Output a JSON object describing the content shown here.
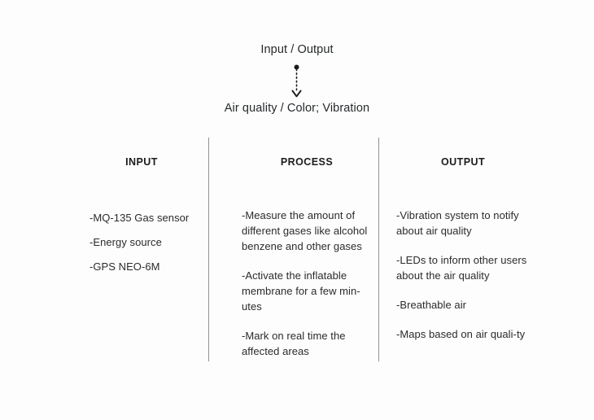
{
  "diagram": {
    "flow": {
      "top_label": "Input / Output",
      "bottom_label": "Air quality / Color; Vibration",
      "arrow": {
        "style": "dotted",
        "direction": "down",
        "icon": "dotted-down-arrow-icon"
      }
    },
    "columns": [
      {
        "key": "input",
        "header": "INPUT",
        "items": [
          "-MQ-135 Gas sensor",
          "-Energy source",
          "-GPS NEO-6M"
        ]
      },
      {
        "key": "process",
        "header": "PROCESS",
        "items": [
          "-Measure the amount of different gases like alcohol benzene and other gases",
          "-Activate the inflatable membrane for a few min-utes",
          "-Mark on real time the affected areas"
        ]
      },
      {
        "key": "output",
        "header": "OUTPUT",
        "items": [
          "-Vibration system to notify about air quality",
          "-LEDs to inform other users about the air quality",
          "-Breathable air",
          "-Maps based on air quali-ty"
        ]
      }
    ],
    "colors": {
      "background": "#fdfdfd",
      "text": "#2b2b2b",
      "header_text": "#1a1c1e",
      "divider": "#8e9194",
      "arrow": "#1a1c1e"
    }
  }
}
